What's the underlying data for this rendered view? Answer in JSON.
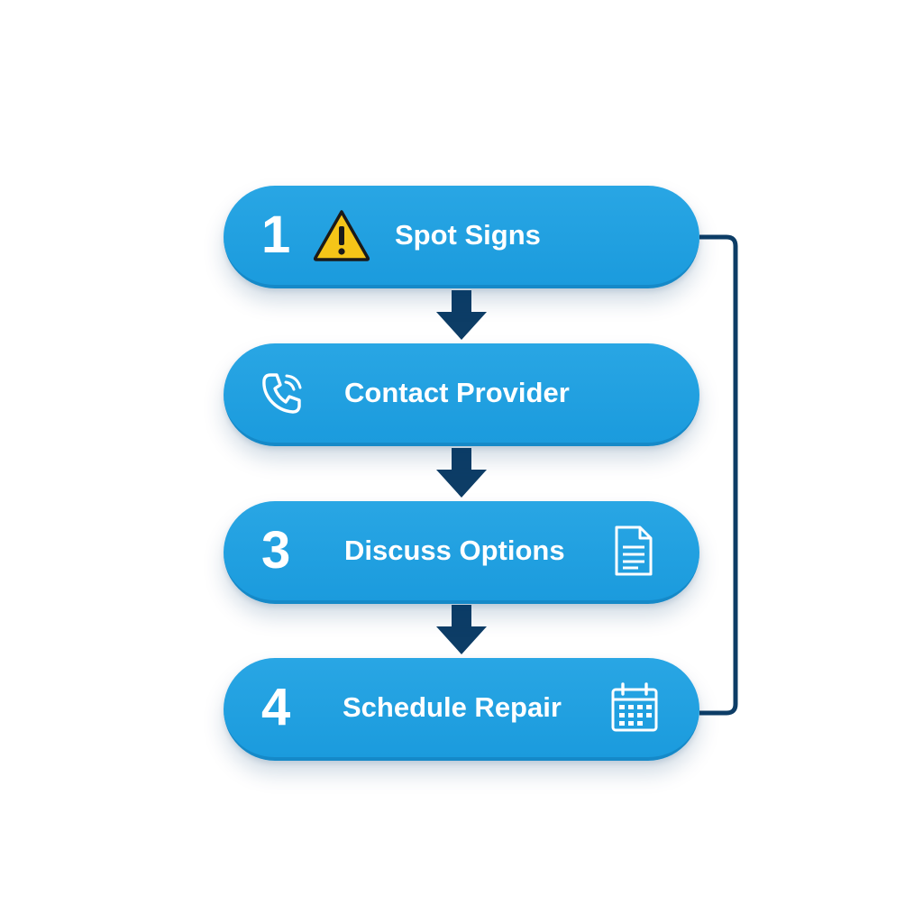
{
  "steps": [
    {
      "number": "1",
      "label": "Spot Signs",
      "icon": "warning-icon"
    },
    {
      "number": "",
      "label": "Contact Provider",
      "icon": "phone-icon"
    },
    {
      "number": "3",
      "label": "Discuss Options",
      "icon": "document-icon"
    },
    {
      "number": "4",
      "label": "Schedule Repair",
      "icon": "calendar-icon"
    }
  ],
  "colors": {
    "step_fill": "#1ea0e0",
    "arrow": "#0d3d66",
    "warning": "#f5c518",
    "text": "#ffffff"
  }
}
